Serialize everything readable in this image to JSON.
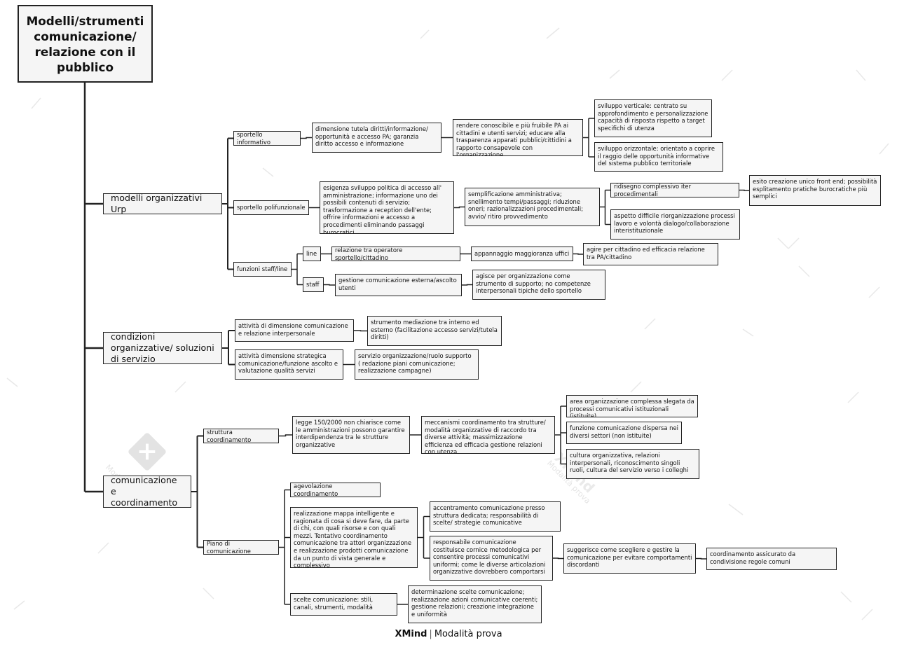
{
  "root": "Modelli/strumenti comunicazione/ relazione con il pubblico",
  "branches": {
    "b1": "modelli organizzativi Urp",
    "b2": "condizioni organizzative/ soluzioni di servizio",
    "b3": "comunicazione e coordinamento"
  },
  "nodes": {
    "n1": "sportello informativo",
    "n2": "dimensione tutela diritti/informazione/ opportunità e accesso PA; garanzia diritto accesso e informazione",
    "n3": "rendere conoscibile e più fruibile PA ai cittadini e utenti servizi; educare alla trasparenza apparati pubblici/cittidini a rapporto consapevole con l'organizzazione",
    "n4": "sviluppo verticale: centrato su approfondimento e personalizzazione capacità di risposta rispetto a target specifichi di utenza",
    "n5": "sviluppo orizzontale: orientato a coprire il raggio delle opportunità informative del sistema pubblico territoriale",
    "n6": "sportello polifunzionale",
    "n7": "esigenza sviluppo politica di accesso all' amministrazione; informazione uno dei possibili contenuti di servizio; trasformazione a reception dell'ente; offrire informazioni e accesso a procedimenti eliminando passaggi burocratici",
    "n8": "semplificazione amministrativa; snellimento tempi/passaggi; riduzione oneri; razionalizzazioni procedimentali; avvio/ ritiro provvedimento",
    "n9": "ridisegno complessivo iter procedimentali",
    "n10": "esito creazione unico front end; possibilità esplitamento pratiche burocratiche più semplici",
    "n11": "aspetto difficile riorganizzazione processi lavoro e volontà dialogo/collaborazione interistituzionale",
    "n12": "funzioni staff/line",
    "n13": "line",
    "n14": "relazione tra operatore sportello/cittadino",
    "n15": "appannaggio maggioranza uffici",
    "n16": "agire per cittadino ed efficacia relazione tra PA/cittadino",
    "n17": "staff",
    "n18": "gestione comunicazione esterna/ascolto utenti",
    "n19": "agisce per organizzazione come strumento di supporto; no competenze interpersonali tipiche dello sportello",
    "n20": "attività di dimensione comunicazione e relazione interpersonale",
    "n21": "strumento mediazione tra interno ed esterno (facilitazione accesso servizi/tutela diritti)",
    "n22": "attività dimensione strategica comunicazione/funzione ascolto e valutazione qualità servizi",
    "n23": "servizio organizzazione/ruolo supporto ( redazione piani comunicazione; realizzazione campagne)",
    "n24": "struttura coordinamento",
    "n25": "legge 150/2000 non chiarisce come le amministrazioni possono garantire interdipendenza tra le strutture organizzative",
    "n26": "meccanismi coordinamento tra strutture/ modalità organizzative di raccordo tra diverse attività; massimizzazione efficienza ed efficacia gestione relazioni con utenza",
    "n27": "area organizzazione complessa slegata da processi comunicativi istituzionali (istituite)",
    "n28": "funzione comunicazione dispersa nei diversi settori (non istituite)",
    "n29": "cultura organizzativa, relazioni interpersonali, riconoscimento singoli ruoli, cultura del servizio verso i colleghi",
    "n30": "Piano di comunicazione",
    "n31": "agevolazione coordinamento",
    "n32": "realizzazione mappa intelligente e ragionata di cosa si deve fare, da parte di chi, con quali risorse e con quali mezzi. Tentativo coordinamento comunicazione tra attori organizzazione e realizzazione prodotti comunicazione da un punto di vista generale e complessivo",
    "n33": "accentramento comunicazione presso struttura dedicata; responsabilità di scelte/ strategie comunicative",
    "n34": "responsabile comunicazione costituisce cornice metodologica per consentire processi comunicativi uniformi; come le diverse articolazioni organizzative dovrebbero comportarsi",
    "n35": "suggerisce come scegliere e gestire la comunicazione per evitare comportamenti discordanti",
    "n36": "coordinamento assicurato da condivisione regole comuni",
    "n37": "scelte comunicazione: stili, canali, strumenti, modalità",
    "n38": "determinazione scelte comunicazione; realizzazione azioni comunicative coerenti; gestione relazioni; creazione integrazione e uniformità"
  },
  "footer": {
    "brand": "XMind",
    "mode": "Modalità prova"
  },
  "watermark": {
    "text": "Modalità prova",
    "brand": "XMind",
    "color": "#e6e6e6"
  },
  "colors": {
    "line": "#222222",
    "node_bg": "#f5f5f5",
    "node_border": "#222222"
  }
}
